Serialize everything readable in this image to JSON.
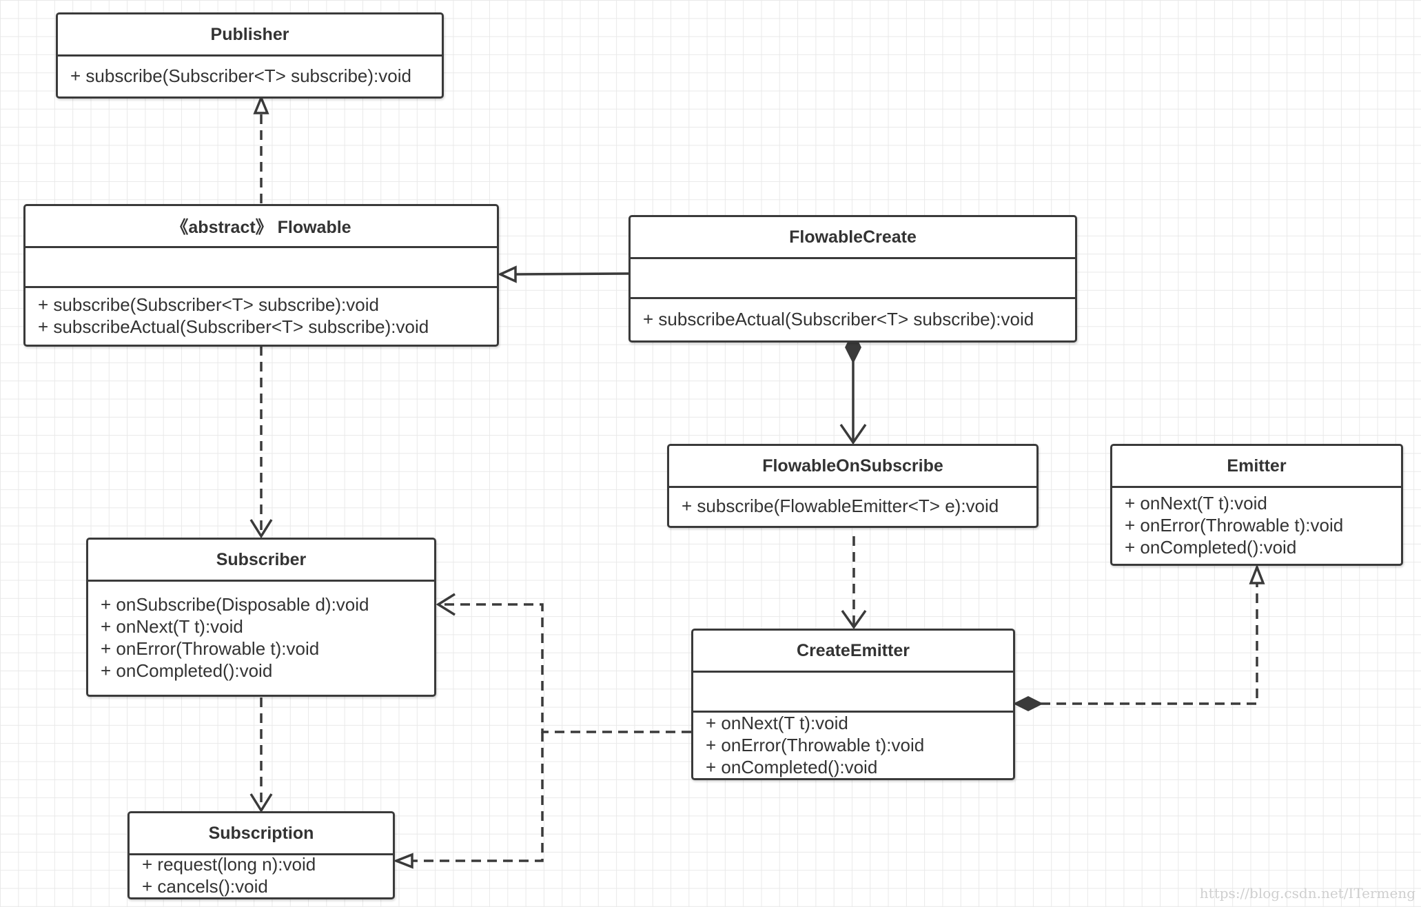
{
  "classes": {
    "publisher": {
      "name": "Publisher",
      "ops": [
        "+ subscribe(Subscriber<T> subscribe):void"
      ]
    },
    "flowable": {
      "name": "《abstract》 Flowable",
      "ops": [
        "+ subscribe(Subscriber<T> subscribe):void",
        "+ subscribeActual(Subscriber<T> subscribe):void"
      ]
    },
    "flowable_create": {
      "name": "FlowableCreate",
      "ops": [
        "+ subscribeActual(Subscriber<T> subscribe):void"
      ]
    },
    "flowable_on_subscribe": {
      "name": "FlowableOnSubscribe",
      "ops": [
        "+ subscribe(FlowableEmitter<T> e):void"
      ]
    },
    "emitter": {
      "name": "Emitter",
      "ops": [
        "+ onNext(T t):void",
        "+ onError(Throwable t):void",
        "+ onCompleted():void"
      ]
    },
    "subscriber": {
      "name": "Subscriber",
      "ops": [
        "+ onSubscribe(Disposable d):void",
        "+ onNext(T t):void",
        "+ onError(Throwable t):void",
        "+ onCompleted():void"
      ]
    },
    "create_emitter": {
      "name": "CreateEmitter",
      "ops": [
        "+ onNext(T t):void",
        "+ onError(Throwable t):void",
        "+ onCompleted():void"
      ]
    },
    "subscription": {
      "name": "Subscription",
      "ops": [
        "+ request(long n):void",
        "+ cancels():void"
      ]
    }
  },
  "relations": [
    {
      "from": "Flowable",
      "to": "Publisher",
      "kind": "realization"
    },
    {
      "from": "FlowableCreate",
      "to": "Flowable",
      "kind": "generalization"
    },
    {
      "from": "Flowable",
      "to": "Subscriber",
      "kind": "dependency"
    },
    {
      "from": "FlowableCreate",
      "to": "FlowableOnSubscribe",
      "kind": "composition"
    },
    {
      "from": "FlowableOnSubscribe",
      "to": "CreateEmitter",
      "kind": "dependency"
    },
    {
      "from": "Subscriber",
      "to": "Subscription",
      "kind": "dependency"
    },
    {
      "from": "CreateEmitter",
      "to": "Subscriber",
      "kind": "dependency"
    },
    {
      "from": "CreateEmitter",
      "to": "Subscription",
      "kind": "realization"
    },
    {
      "from": "CreateEmitter",
      "to": "Emitter",
      "kind": "realization"
    }
  ],
  "watermark": "https://blog.csdn.net/ITermeng"
}
